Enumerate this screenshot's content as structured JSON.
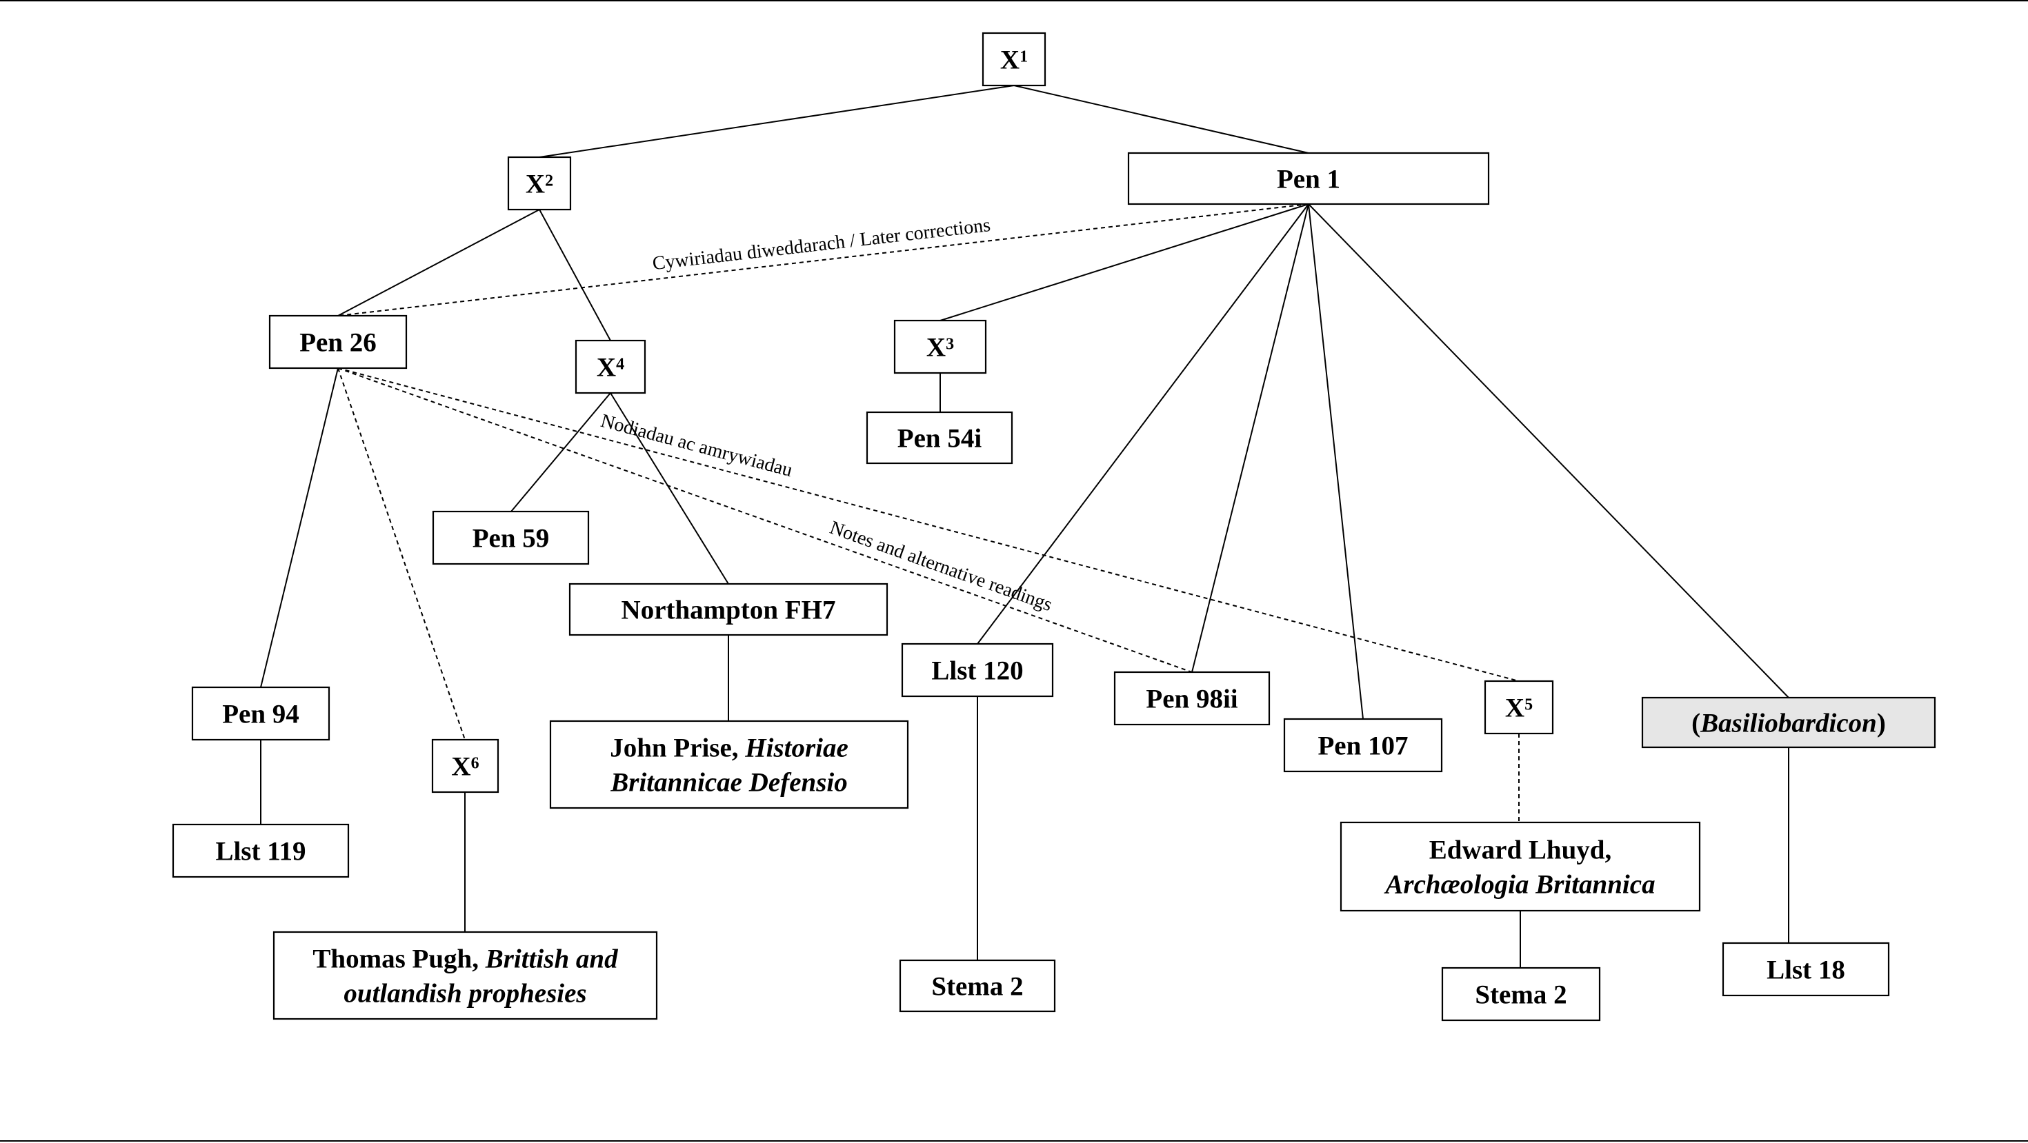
{
  "colors": {
    "line": "#000000",
    "box_fill": "#ffffff",
    "highlight_fill": "#e6e6e6",
    "faint_border": "#777777"
  },
  "nodes": [
    {
      "id": "x1",
      "text": [
        [
          {
            "t": "X"
          },
          {
            "t": "1",
            "sup": true
          }
        ]
      ]
    },
    {
      "id": "x2",
      "text": [
        [
          {
            "t": "X"
          },
          {
            "t": "2",
            "sup": true
          }
        ]
      ]
    },
    {
      "id": "pen1",
      "text": [
        [
          {
            "t": "Pen 1"
          }
        ]
      ]
    },
    {
      "id": "pen26",
      "text": [
        [
          {
            "t": "Pen 26"
          }
        ]
      ]
    },
    {
      "id": "x4",
      "text": [
        [
          {
            "t": "X"
          },
          {
            "t": "4",
            "sup": true
          }
        ]
      ]
    },
    {
      "id": "x3",
      "text": [
        [
          {
            "t": "X"
          },
          {
            "t": "3",
            "sup": true
          }
        ]
      ]
    },
    {
      "id": "pen54i",
      "text": [
        [
          {
            "t": "Pen 54i"
          }
        ]
      ]
    },
    {
      "id": "pen59",
      "text": [
        [
          {
            "t": "Pen 59"
          }
        ]
      ]
    },
    {
      "id": "northampton",
      "text": [
        [
          {
            "t": "Northampton FH7"
          }
        ]
      ]
    },
    {
      "id": "prise",
      "text": [
        [
          {
            "t": "John Prise, "
          },
          {
            "t": "Historiae",
            "i": true
          }
        ],
        [
          {
            "t": "Britannicae Defensio",
            "i": true
          }
        ]
      ]
    },
    {
      "id": "llst120",
      "text": [
        [
          {
            "t": "Llst 120"
          }
        ]
      ]
    },
    {
      "id": "pen98ii",
      "text": [
        [
          {
            "t": "Pen 98ii"
          }
        ]
      ]
    },
    {
      "id": "pen107",
      "text": [
        [
          {
            "t": "Pen 107"
          }
        ]
      ]
    },
    {
      "id": "x5",
      "text": [
        [
          {
            "t": "X"
          },
          {
            "t": "5",
            "sup": true
          }
        ]
      ]
    },
    {
      "id": "basilio",
      "text": [
        [
          {
            "t": "("
          },
          {
            "t": "Basiliobardicon",
            "i": true
          },
          {
            "t": ")"
          }
        ]
      ],
      "highlight": true
    },
    {
      "id": "pen94",
      "text": [
        [
          {
            "t": "Pen 94"
          }
        ]
      ]
    },
    {
      "id": "x6",
      "text": [
        [
          {
            "t": "X"
          },
          {
            "t": "6",
            "sup": true
          }
        ]
      ]
    },
    {
      "id": "llst119",
      "text": [
        [
          {
            "t": "Llst 119"
          }
        ]
      ]
    },
    {
      "id": "pugh",
      "text": [
        [
          {
            "t": "Thomas Pugh, "
          },
          {
            "t": "Brittish and",
            "i": true
          }
        ],
        [
          {
            "t": "outlandish prophesies",
            "i": true
          }
        ]
      ]
    },
    {
      "id": "stema2a",
      "text": [
        [
          {
            "t": "Stema 2"
          }
        ]
      ]
    },
    {
      "id": "lhuyd",
      "text": [
        [
          {
            "t": "Edward Lhuyd,"
          }
        ],
        [
          {
            "t": "Archæologia Britannica",
            "i": true
          }
        ]
      ]
    },
    {
      "id": "stema2b",
      "text": [
        [
          {
            "t": "Stema 2"
          }
        ]
      ],
      "faint": true
    },
    {
      "id": "llst18",
      "text": [
        [
          {
            "t": "Llst 18"
          }
        ]
      ],
      "faint": true
    }
  ],
  "edges": [
    {
      "from": "x1",
      "to": "x2",
      "style": "solid"
    },
    {
      "from": "x1",
      "to": "pen1",
      "style": "solid"
    },
    {
      "from": "x2",
      "to": "pen26",
      "style": "solid"
    },
    {
      "from": "x2",
      "to": "x4",
      "style": "solid"
    },
    {
      "from": "pen1",
      "to": "pen26",
      "style": "dashed",
      "label": "Cywiriadau diweddarach / Later corrections"
    },
    {
      "from": "pen1",
      "to": "x3",
      "style": "solid"
    },
    {
      "from": "pen1",
      "to": "llst120",
      "style": "solid"
    },
    {
      "from": "pen1",
      "to": "pen98ii",
      "style": "solid"
    },
    {
      "from": "pen1",
      "to": "pen107",
      "style": "solid"
    },
    {
      "from": "pen1",
      "to": "basilio",
      "style": "solid"
    },
    {
      "from": "x3",
      "to": "pen54i",
      "style": "solid"
    },
    {
      "from": "x4",
      "to": "pen59",
      "style": "solid"
    },
    {
      "from": "x4",
      "to": "northampton",
      "style": "solid"
    },
    {
      "from": "northampton",
      "to": "prise",
      "style": "solid"
    },
    {
      "from": "pen26",
      "to": "pen94",
      "style": "solid"
    },
    {
      "from": "pen26",
      "to": "x6",
      "style": "dashed"
    },
    {
      "from": "pen26",
      "to": "x5",
      "style": "dashed",
      "label": "Nodiadau ac amrywiadau"
    },
    {
      "from": "pen26",
      "to": "pen98ii",
      "style": "dashed",
      "label": "Notes and alternative readings"
    },
    {
      "from": "pen94",
      "to": "llst119",
      "style": "solid"
    },
    {
      "from": "x6",
      "to": "pugh",
      "style": "solid"
    },
    {
      "from": "llst120",
      "to": "stema2a",
      "style": "solid"
    },
    {
      "from": "x5",
      "to": "lhuyd",
      "style": "dashed"
    },
    {
      "from": "lhuyd",
      "to": "stema2b",
      "style": "solid"
    },
    {
      "from": "basilio",
      "to": "llst18",
      "style": "solid"
    }
  ]
}
